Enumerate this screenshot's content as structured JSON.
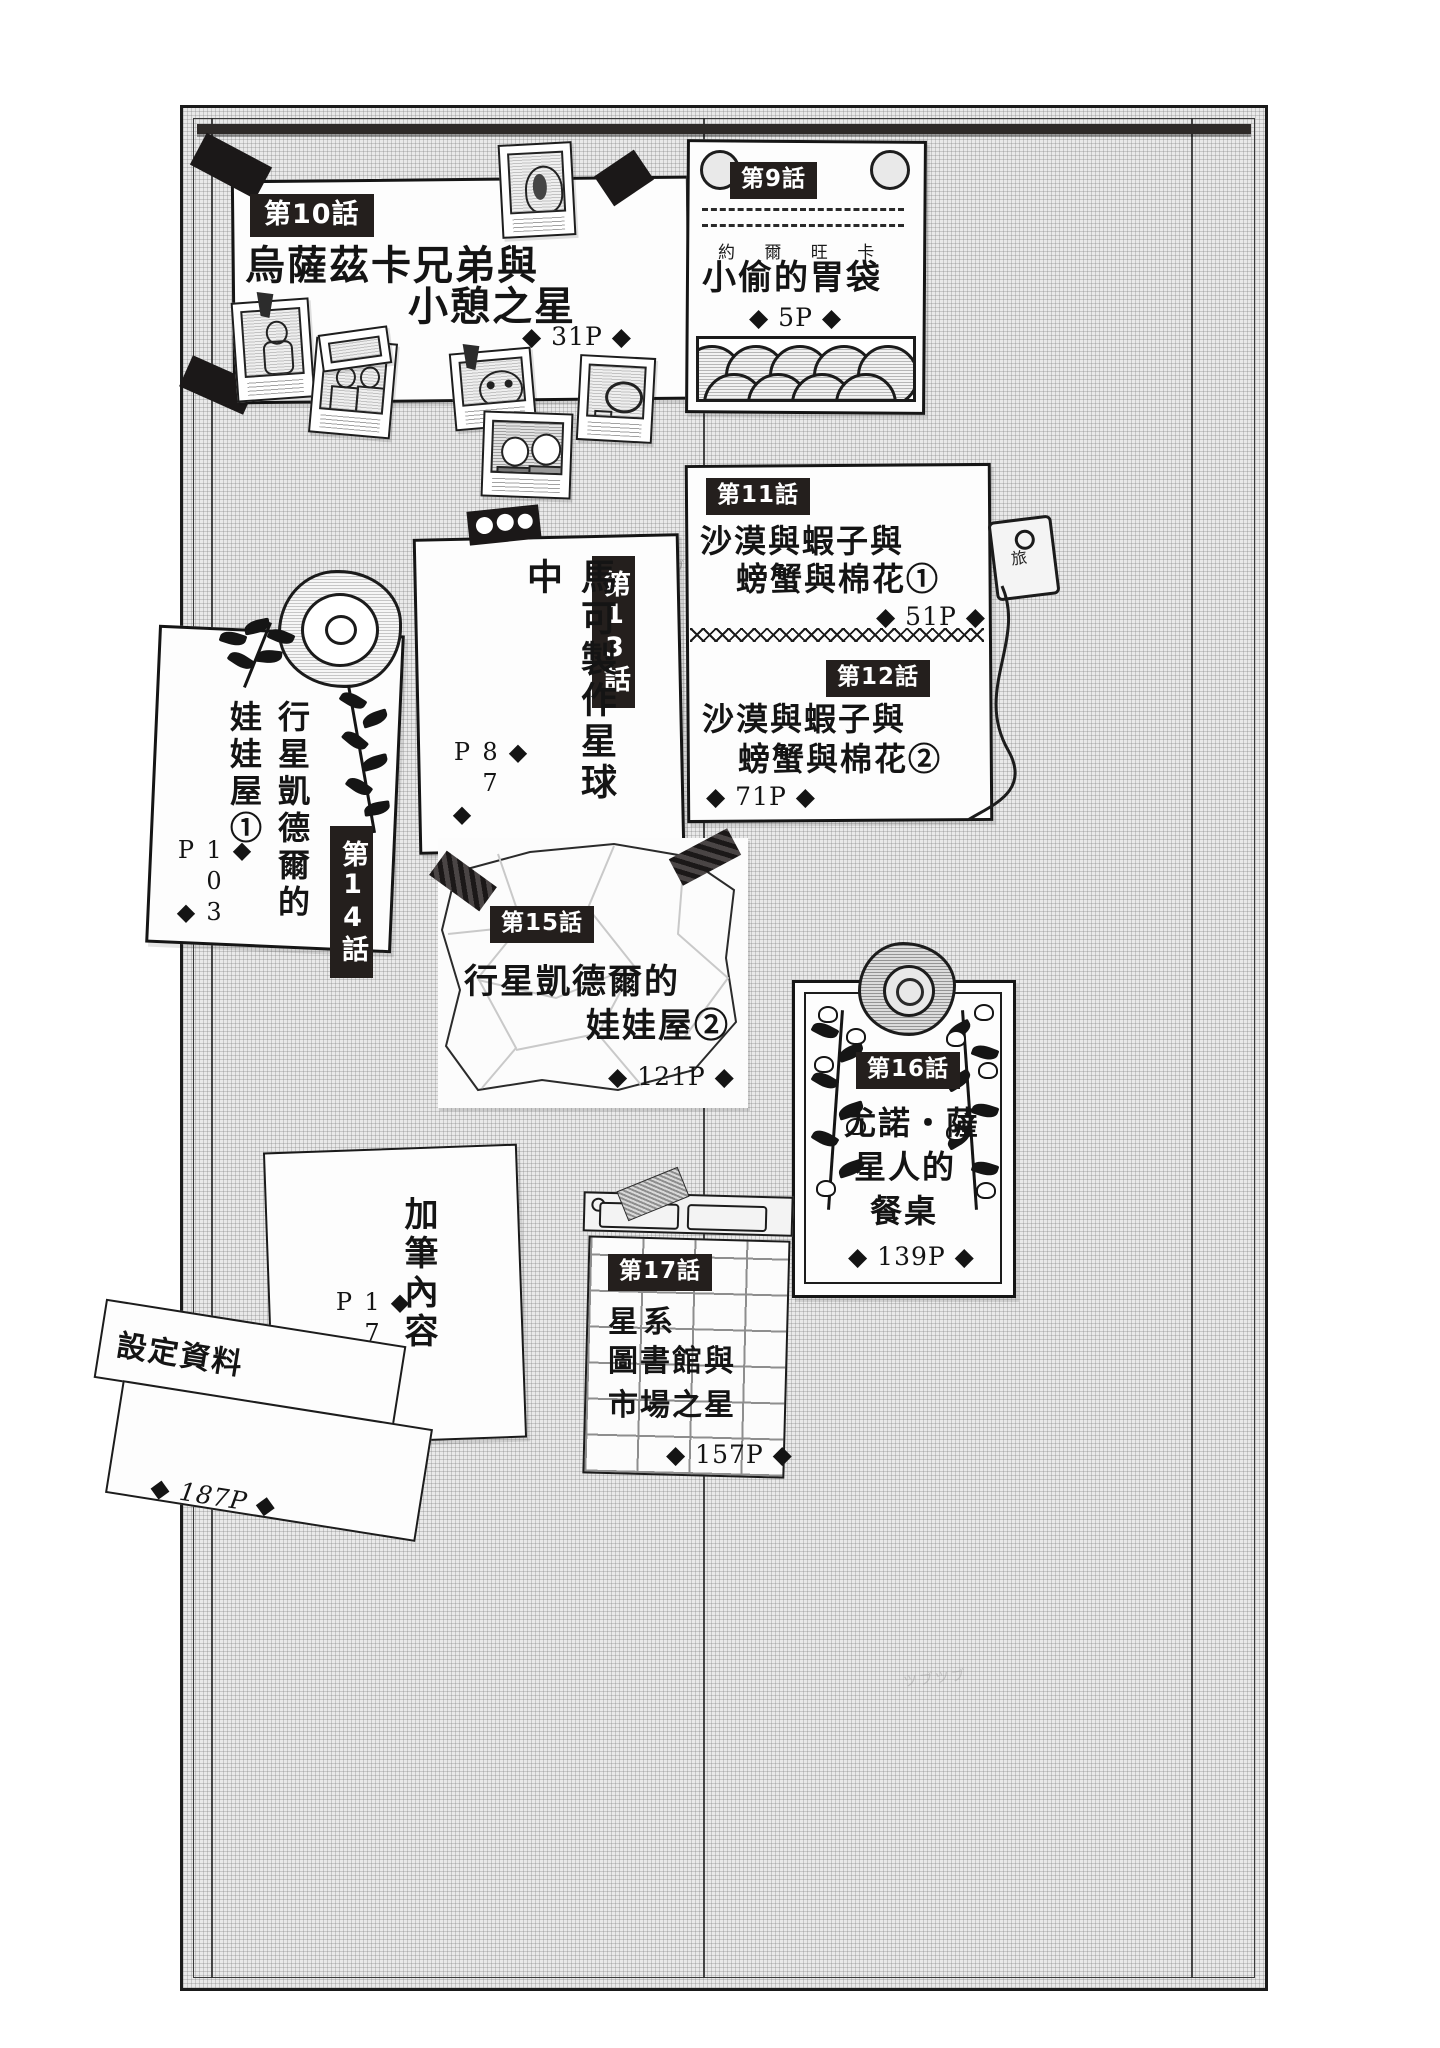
{
  "page": {
    "kind": "manga-table-of-contents",
    "ink": "#141414",
    "chip_bg": "#241f1d",
    "paper": "#fdfdfd",
    "wall": "#e9e9e9"
  },
  "chapters": [
    {
      "id": "ch10",
      "label": "第10話",
      "title_line1": "烏薩茲卡兄弟與",
      "title_line2": "小憩之星",
      "page": "31P",
      "page_marker": "◆ 31P ◆"
    },
    {
      "id": "ch9",
      "label": "第9話",
      "ruby": "約 爾 旺 卡",
      "title_line1": "小偷的胃袋",
      "page": "5P",
      "page_marker": "◆ 5P ◆"
    },
    {
      "id": "ch11",
      "label": "第11話",
      "title_line1": "沙漠與蝦子與",
      "title_line2": "螃蟹與棉花①",
      "page": "51P",
      "page_marker": "◆ 51P ◆"
    },
    {
      "id": "ch12",
      "label": "第12話",
      "title_line1": "沙漠與蝦子與",
      "title_line2": "螃蟹與棉花②",
      "page": "71P",
      "page_marker": "◆ 71P ◆"
    },
    {
      "id": "ch13",
      "label": "第13話",
      "title_vertical": "馬可製作星球中",
      "page": "87",
      "page_vertical": "◆ 87 P ◆"
    },
    {
      "id": "ch14",
      "label": "第14話",
      "title_vertical_col1": "行星凱德爾的",
      "title_vertical_col2": "娃娃屋①",
      "page": "103",
      "page_vertical": "◆ 103 P ◆"
    },
    {
      "id": "ch15",
      "label": "第15話",
      "title_line1": "行星凱德爾的",
      "title_line2": "娃娃屋②",
      "page": "121P",
      "page_marker": "◆ 121P ◆"
    },
    {
      "id": "ch16",
      "label": "第16話",
      "title_line1": "尤諾‧薩",
      "title_line2": "星人的",
      "title_line3": "餐桌",
      "page": "139P",
      "page_marker": "◆ 139P ◆"
    },
    {
      "id": "ch17",
      "label": "第17話",
      "title_vertical_col1": "星系",
      "title_vertical_col2": "圖書館與",
      "title_vertical_col3": "市場之星",
      "page": "157P",
      "page_marker": "◆ 157P ◆"
    }
  ],
  "extras": [
    {
      "id": "bonus",
      "title_vertical": "加筆內容",
      "page": "177",
      "page_vertical": "◆ 177 P ◆"
    },
    {
      "id": "settings",
      "title": "設定資料",
      "page": "187P",
      "page_marker": "◆ 187P ◆"
    }
  ],
  "decor": {
    "smudge_1": "ツブツブ",
    "smudge_2": "ブブ",
    "tag_text": "旅"
  }
}
